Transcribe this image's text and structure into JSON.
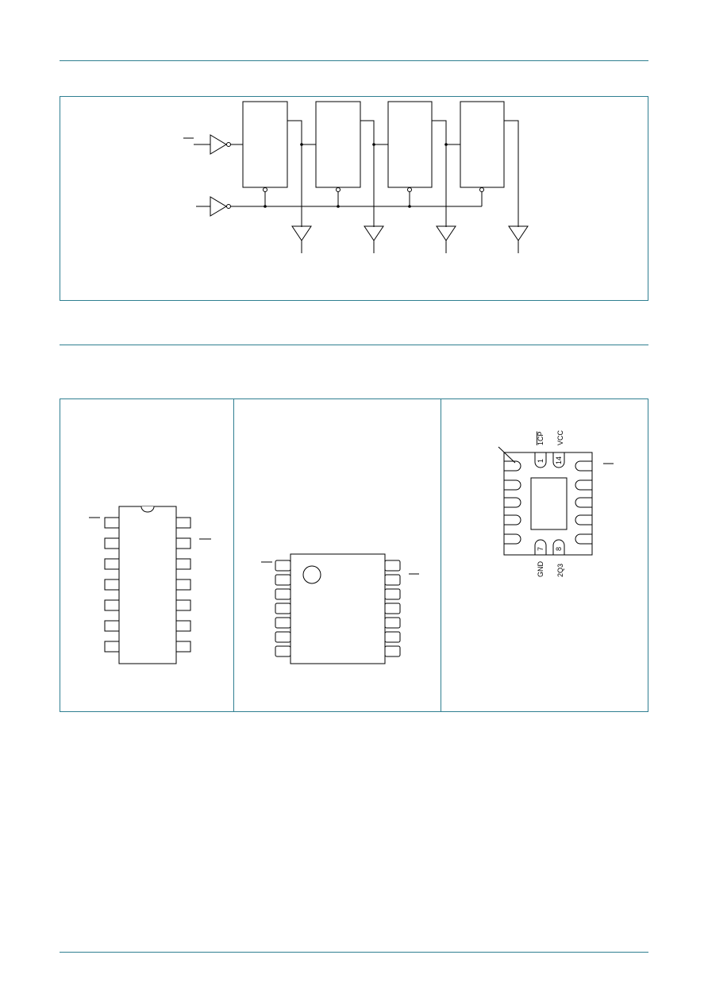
{
  "colors": {
    "rule": "#2f7f91",
    "ink": "#000000",
    "paper": "#ffffff"
  },
  "dhvqfn_labels": {
    "pin1_label": "1CP",
    "pin14_label": "VCC",
    "pin7_label": "GND",
    "pin8_label": "2Q3",
    "pin1_number": "1",
    "pin14_number": "14",
    "pin7_number": "7",
    "pin8_number": "8"
  }
}
